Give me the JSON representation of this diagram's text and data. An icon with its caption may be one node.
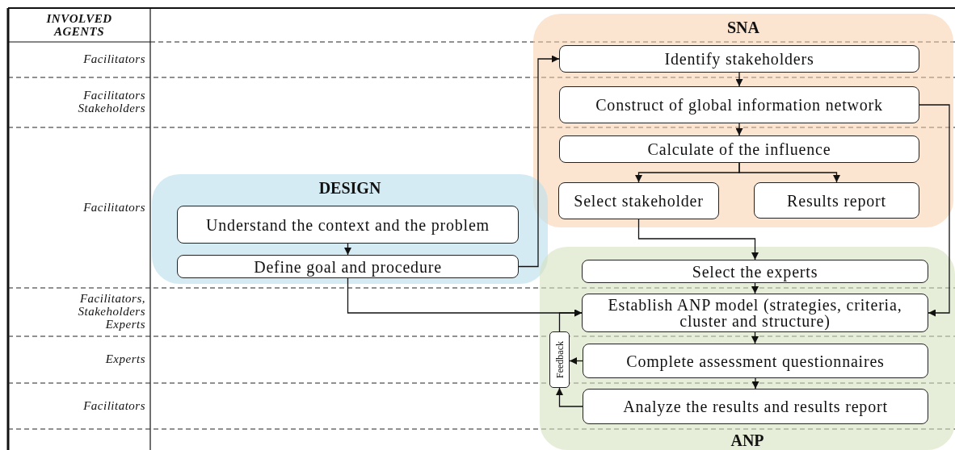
{
  "diagram": {
    "nodes": [
      {
        "text": [
          "SNA"
        ]
      },
      {
        "text": [
          "Identify stakeholders"
        ],
        "in": 0
      },
      {
        "text": [
          "Construct of global information network"
        ],
        "in": 0
      },
      {
        "text": [
          "Calculate of the influence"
        ],
        "in": 0
      },
      {
        "text": [
          "Select stakeholder"
        ],
        "in": 0
      },
      {
        "text": [
          "Results report"
        ],
        "in": 0
      },
      {
        "text": [
          "DESIGN"
        ]
      },
      {
        "text": [
          "Understand the context and the problem"
        ],
        "in": 6
      },
      {
        "text": [
          "Define goal and procedure"
        ],
        "in": 6
      },
      {
        "text": [
          "ANP"
        ]
      },
      {
        "text": [
          "Select the experts"
        ],
        "in": 9
      },
      {
        "text": [
          "Establish ANP model (strategies, criteria, cluster and structure)"
        ],
        "in": 9
      },
      {
        "text": [
          "Complete assessment questionnaires"
        ],
        "in": 9
      },
      {
        "text": [
          "Analyze the results and results report"
        ],
        "in": 9
      },
      {
        "text": [
          "Feedback"
        ],
        "in": 9
      }
    ],
    "edges": [
      {
        "from": 1,
        "to": 2,
        "arrow": "to"
      },
      {
        "from": 2,
        "to": 3,
        "arrow": "to"
      },
      {
        "from": 3,
        "to": 4,
        "arrow": "to"
      },
      {
        "from": 3,
        "to": 5,
        "arrow": "to"
      },
      {
        "from": 7,
        "to": 8,
        "arrow": "to"
      },
      {
        "from": 8,
        "to": 1,
        "arrow": "to"
      },
      {
        "from": 4,
        "to": 10,
        "arrow": "to"
      },
      {
        "from": 8,
        "to": 11,
        "arrow": "to"
      },
      {
        "from": 2,
        "to": 11,
        "arrow": "to"
      },
      {
        "from": 10,
        "to": 11,
        "arrow": "to"
      },
      {
        "from": 11,
        "to": 12,
        "arrow": "to"
      },
      {
        "from": 12,
        "to": 13,
        "arrow": "to"
      },
      {
        "from": 12,
        "to": 14,
        "arrow": "to"
      },
      {
        "from": 13,
        "to": 14,
        "arrow": "to"
      },
      {
        "from": 14,
        "to": 11,
        "arrow": "to"
      }
    ],
    "labels": [
      "INVOLVED AGENTS",
      "Facilitators",
      "Facilitators Stakeholders",
      "Facilitators",
      "Facilitators, Stakeholders Experts",
      "Experts",
      "Facilitators"
    ]
  }
}
